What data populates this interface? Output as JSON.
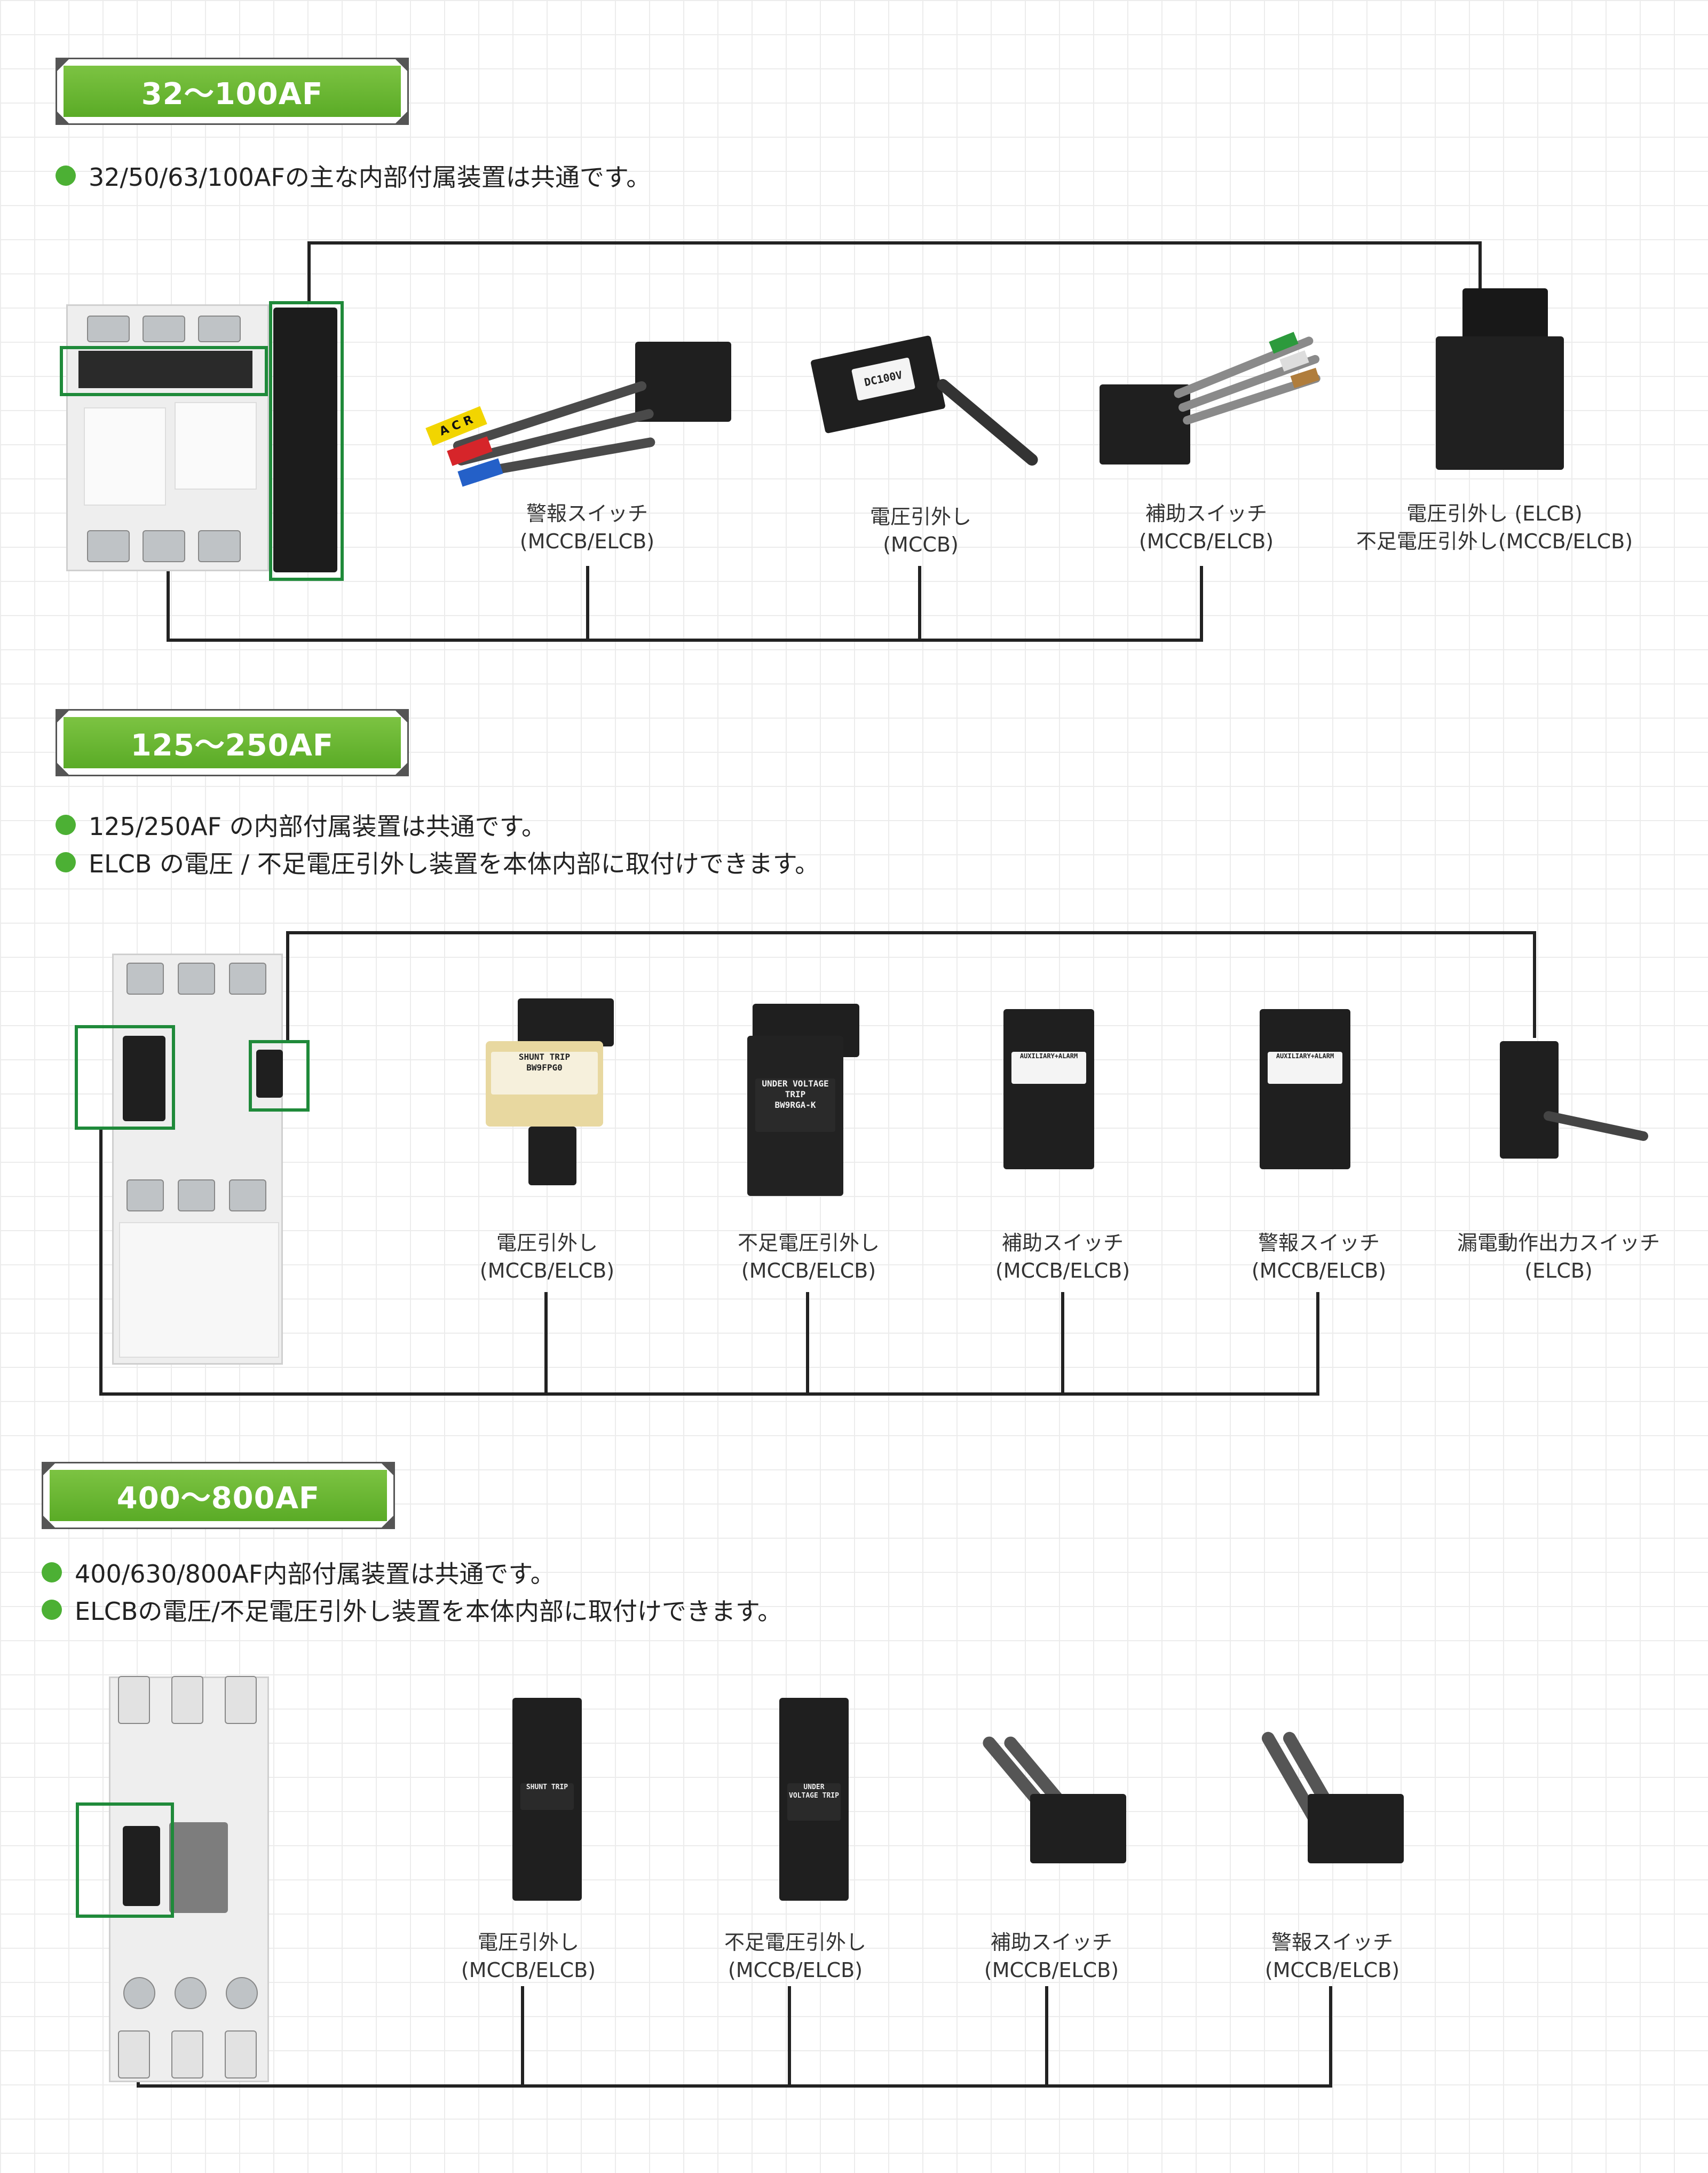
{
  "colors": {
    "accent_green": "#5aab26",
    "frame_green": "#1f8a3a",
    "line": "#222222"
  },
  "sections": [
    {
      "title": "32～100AF",
      "notes": [
        "32/50/63/100AFの主な内部付属装置は共通です。"
      ],
      "items": [
        {
          "name": "警報スイッチ",
          "type": "(MCCB/ELCB)"
        },
        {
          "name": "電圧引外し",
          "type": "(MCCB)"
        },
        {
          "name": "補助スイッチ",
          "type": "(MCCB/ELCB)"
        },
        {
          "name": "電圧引外し (ELCB)",
          "type": "不足電圧引外し(MCCB/ELCB)"
        }
      ]
    },
    {
      "title": "125～250AF",
      "notes": [
        "125/250AF の内部付属装置は共通です。",
        "ELCB の電圧 / 不足電圧引外し装置を本体内部に取付けできます。"
      ],
      "items": [
        {
          "name": "電圧引外し",
          "type": "(MCCB/ELCB)"
        },
        {
          "name": "不足電圧引外し",
          "type": "(MCCB/ELCB)"
        },
        {
          "name": "補助スイッチ",
          "type": "(MCCB/ELCB)"
        },
        {
          "name": "警報スイッチ",
          "type": "(MCCB/ELCB)"
        },
        {
          "name": "漏電動作出力スイッチ",
          "type": "(ELCB)"
        }
      ]
    },
    {
      "title": "400～800AF",
      "notes": [
        "400/630/800AF内部付属装置は共通です。",
        "ELCBの電圧/不足電圧引外し装置を本体内部に取付けできます。"
      ],
      "items": [
        {
          "name": "電圧引外し",
          "type": "(MCCB/ELCB)"
        },
        {
          "name": "不足電圧引外し",
          "type": "(MCCB/ELCB)"
        },
        {
          "name": "補助スイッチ",
          "type": "(MCCB/ELCB)"
        },
        {
          "name": "警報スイッチ",
          "type": "(MCCB/ELCB)"
        }
      ]
    }
  ],
  "printed_marks": {
    "acr_tag": "A C R",
    "dc100v": "DC100V",
    "shunt_trip": "SHUNT TRIP",
    "bw9fpg": "BW9FPG0",
    "under_voltage_trip": "UNDER VOLTAGE TRIP",
    "bw9rga": "BW9RGA-K",
    "aux_alarm": "AUXILIARY+ALARM"
  }
}
